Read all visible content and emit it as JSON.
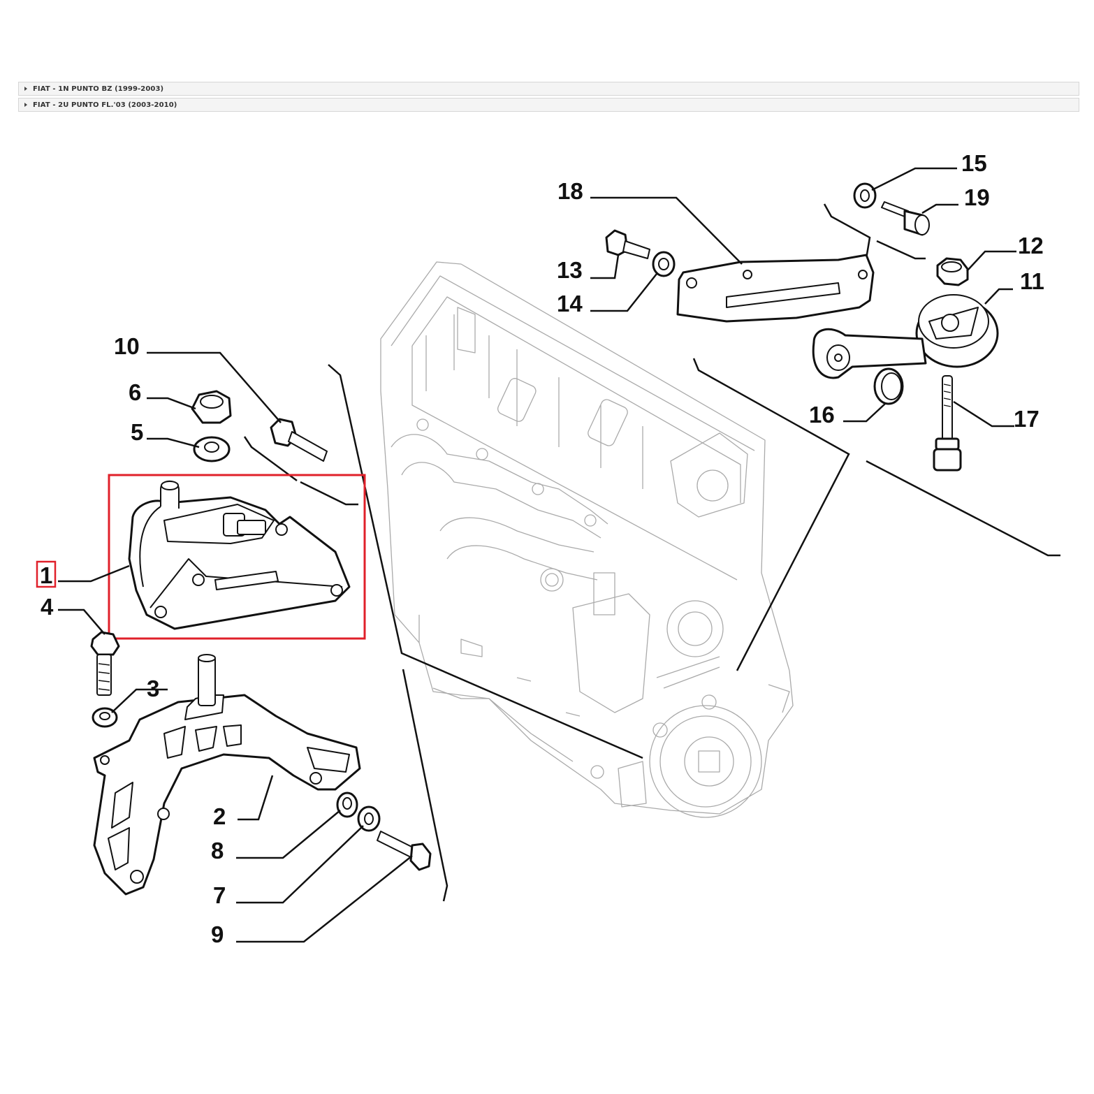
{
  "header": {
    "accordion": [
      {
        "label": "FIAT - 1N PUNTO BZ (1999-2003)"
      },
      {
        "label": "FIAT - 2U PUNTO FL.'03 (2003-2010)"
      }
    ]
  },
  "diagram": {
    "highlight_color": "#e0202a",
    "selected_callout": "1",
    "callouts": {
      "c1": "1",
      "c2": "2",
      "c3": "3",
      "c4": "4",
      "c5": "5",
      "c6": "6",
      "c7": "7",
      "c8": "8",
      "c9": "9",
      "c10": "10",
      "c11": "11",
      "c12": "12",
      "c13": "13",
      "c14": "14",
      "c15": "15",
      "c16": "16",
      "c17": "17",
      "c18": "18",
      "c19": "19"
    }
  }
}
